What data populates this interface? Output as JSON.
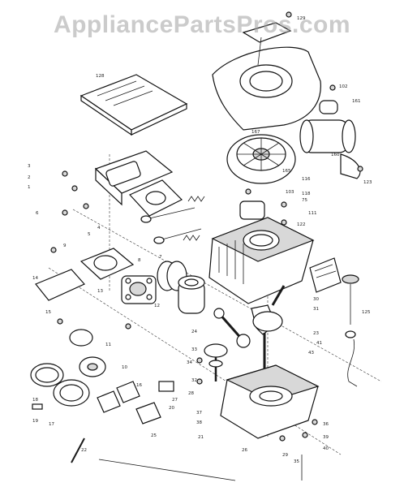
{
  "watermark": "AppliancePartsPros.com",
  "labels": [
    "129",
    "128",
    "102",
    "161",
    "167",
    "160",
    "123",
    "165",
    "116",
    "103",
    "118",
    "75",
    "111",
    "122",
    "125",
    "30",
    "31",
    "23",
    "41",
    "43",
    "24",
    "33",
    "34",
    "32",
    "28",
    "36",
    "39",
    "40",
    "21",
    "37",
    "38",
    "29",
    "35",
    "26",
    "27",
    "20",
    "25",
    "22",
    "18",
    "19",
    "17",
    "16",
    "10",
    "11",
    "12",
    "13",
    "14",
    "15",
    "9",
    "8",
    "7",
    "6",
    "5",
    "4",
    "3",
    "2",
    "1"
  ]
}
